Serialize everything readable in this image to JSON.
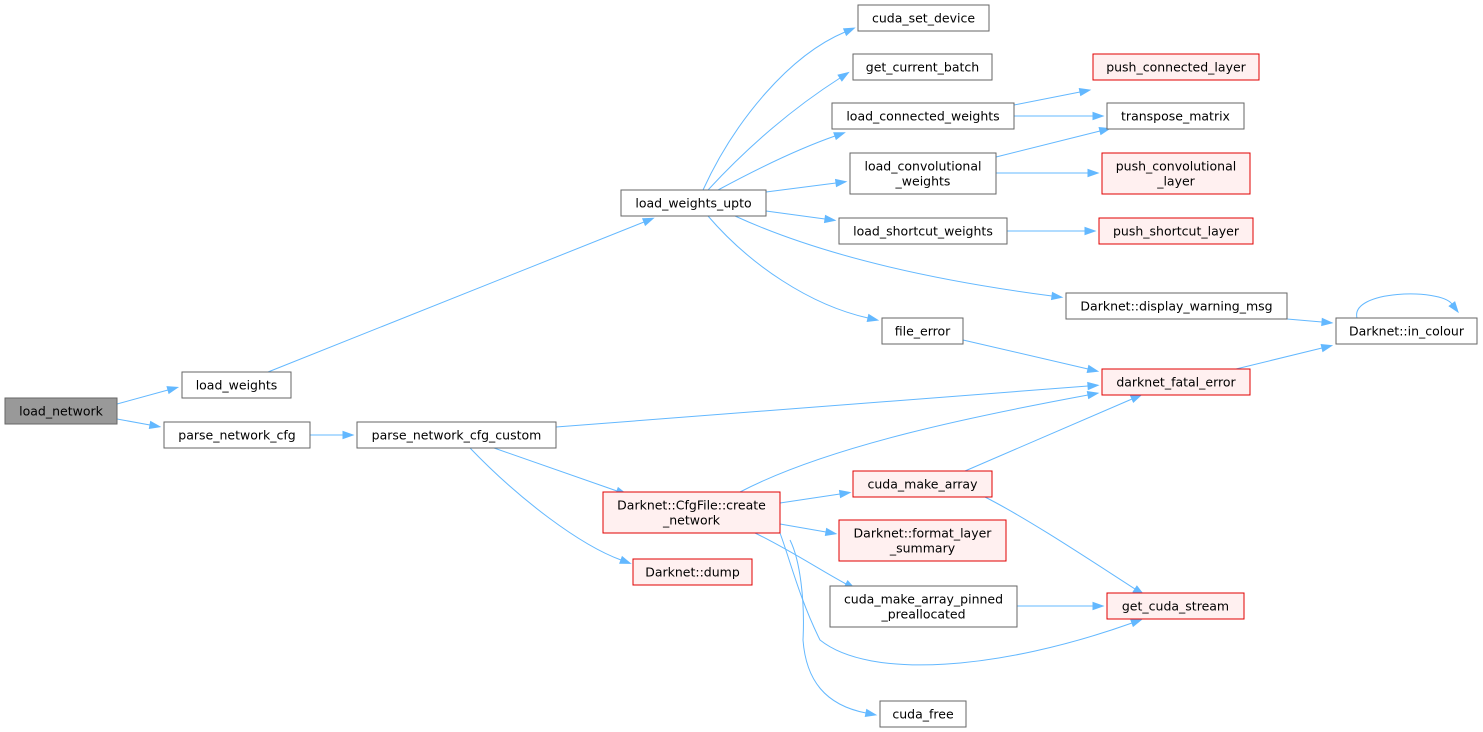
{
  "graph": {
    "colors": {
      "edge": "#63b8ff",
      "node_border": "#666666",
      "root_fill": "#999999",
      "highlight_border": "#e00000",
      "highlight_fill": "#fff0f0"
    },
    "nodes": [
      {
        "id": "load_network",
        "lines": [
          "load_network"
        ],
        "style": "root"
      },
      {
        "id": "load_weights",
        "lines": [
          "load_weights"
        ],
        "style": "normal"
      },
      {
        "id": "parse_network_cfg",
        "lines": [
          "parse_network_cfg"
        ],
        "style": "normal"
      },
      {
        "id": "parse_network_cfg_custom",
        "lines": [
          "parse_network_cfg_custom"
        ],
        "style": "normal"
      },
      {
        "id": "load_weights_upto",
        "lines": [
          "load_weights_upto"
        ],
        "style": "normal"
      },
      {
        "id": "cuda_set_device",
        "lines": [
          "cuda_set_device"
        ],
        "style": "normal"
      },
      {
        "id": "get_current_batch",
        "lines": [
          "get_current_batch"
        ],
        "style": "normal"
      },
      {
        "id": "load_connected_weights",
        "lines": [
          "load_connected_weights"
        ],
        "style": "normal"
      },
      {
        "id": "load_convolutional_weights",
        "lines": [
          "load_convolutional",
          "_weights"
        ],
        "style": "normal"
      },
      {
        "id": "load_shortcut_weights",
        "lines": [
          "load_shortcut_weights"
        ],
        "style": "normal"
      },
      {
        "id": "file_error",
        "lines": [
          "file_error"
        ],
        "style": "normal"
      },
      {
        "id": "push_connected_layer",
        "lines": [
          "push_connected_layer"
        ],
        "style": "red"
      },
      {
        "id": "transpose_matrix",
        "lines": [
          "transpose_matrix"
        ],
        "style": "normal"
      },
      {
        "id": "push_convolutional_layer",
        "lines": [
          "push_convolutional",
          "_layer"
        ],
        "style": "red"
      },
      {
        "id": "push_shortcut_layer",
        "lines": [
          "push_shortcut_layer"
        ],
        "style": "red"
      },
      {
        "id": "display_warning_msg",
        "lines": [
          "Darknet::display_warning_msg"
        ],
        "style": "normal"
      },
      {
        "id": "in_colour",
        "lines": [
          "Darknet::in_colour"
        ],
        "style": "normal"
      },
      {
        "id": "darknet_fatal_error",
        "lines": [
          "darknet_fatal_error"
        ],
        "style": "red"
      },
      {
        "id": "create_network",
        "lines": [
          "Darknet::CfgFile::create",
          "_network"
        ],
        "style": "red"
      },
      {
        "id": "dump",
        "lines": [
          "Darknet::dump"
        ],
        "style": "red"
      },
      {
        "id": "cuda_make_array",
        "lines": [
          "cuda_make_array"
        ],
        "style": "red"
      },
      {
        "id": "format_layer_summary",
        "lines": [
          "Darknet::format_layer",
          "_summary"
        ],
        "style": "red"
      },
      {
        "id": "cuda_make_array_pinned_preallocated",
        "lines": [
          "cuda_make_array_pinned",
          "_preallocated"
        ],
        "style": "normal"
      },
      {
        "id": "get_cuda_stream",
        "lines": [
          "get_cuda_stream"
        ],
        "style": "red"
      },
      {
        "id": "cuda_free",
        "lines": [
          "cuda_free"
        ],
        "style": "normal"
      }
    ],
    "edges": [
      {
        "from": "load_network",
        "to": "load_weights"
      },
      {
        "from": "load_network",
        "to": "parse_network_cfg"
      },
      {
        "from": "load_weights",
        "to": "load_weights_upto"
      },
      {
        "from": "parse_network_cfg",
        "to": "parse_network_cfg_custom"
      },
      {
        "from": "load_weights_upto",
        "to": "cuda_set_device"
      },
      {
        "from": "load_weights_upto",
        "to": "get_current_batch"
      },
      {
        "from": "load_weights_upto",
        "to": "load_connected_weights"
      },
      {
        "from": "load_weights_upto",
        "to": "load_convolutional_weights"
      },
      {
        "from": "load_weights_upto",
        "to": "load_shortcut_weights"
      },
      {
        "from": "load_weights_upto",
        "to": "display_warning_msg"
      },
      {
        "from": "load_weights_upto",
        "to": "file_error"
      },
      {
        "from": "load_connected_weights",
        "to": "push_connected_layer"
      },
      {
        "from": "load_connected_weights",
        "to": "transpose_matrix"
      },
      {
        "from": "load_convolutional_weights",
        "to": "transpose_matrix"
      },
      {
        "from": "load_convolutional_weights",
        "to": "push_convolutional_layer"
      },
      {
        "from": "load_shortcut_weights",
        "to": "push_shortcut_layer"
      },
      {
        "from": "display_warning_msg",
        "to": "in_colour"
      },
      {
        "from": "in_colour",
        "to": "in_colour"
      },
      {
        "from": "file_error",
        "to": "darknet_fatal_error"
      },
      {
        "from": "darknet_fatal_error",
        "to": "in_colour"
      },
      {
        "from": "parse_network_cfg_custom",
        "to": "darknet_fatal_error"
      },
      {
        "from": "parse_network_cfg_custom",
        "to": "create_network"
      },
      {
        "from": "parse_network_cfg_custom",
        "to": "dump"
      },
      {
        "from": "create_network",
        "to": "darknet_fatal_error"
      },
      {
        "from": "create_network",
        "to": "cuda_make_array"
      },
      {
        "from": "create_network",
        "to": "format_layer_summary"
      },
      {
        "from": "create_network",
        "to": "cuda_make_array_pinned_preallocated"
      },
      {
        "from": "create_network",
        "to": "get_cuda_stream"
      },
      {
        "from": "create_network",
        "to": "cuda_free"
      },
      {
        "from": "cuda_make_array",
        "to": "darknet_fatal_error"
      },
      {
        "from": "cuda_make_array",
        "to": "get_cuda_stream"
      },
      {
        "from": "cuda_make_array_pinned_preallocated",
        "to": "get_cuda_stream"
      }
    ]
  }
}
